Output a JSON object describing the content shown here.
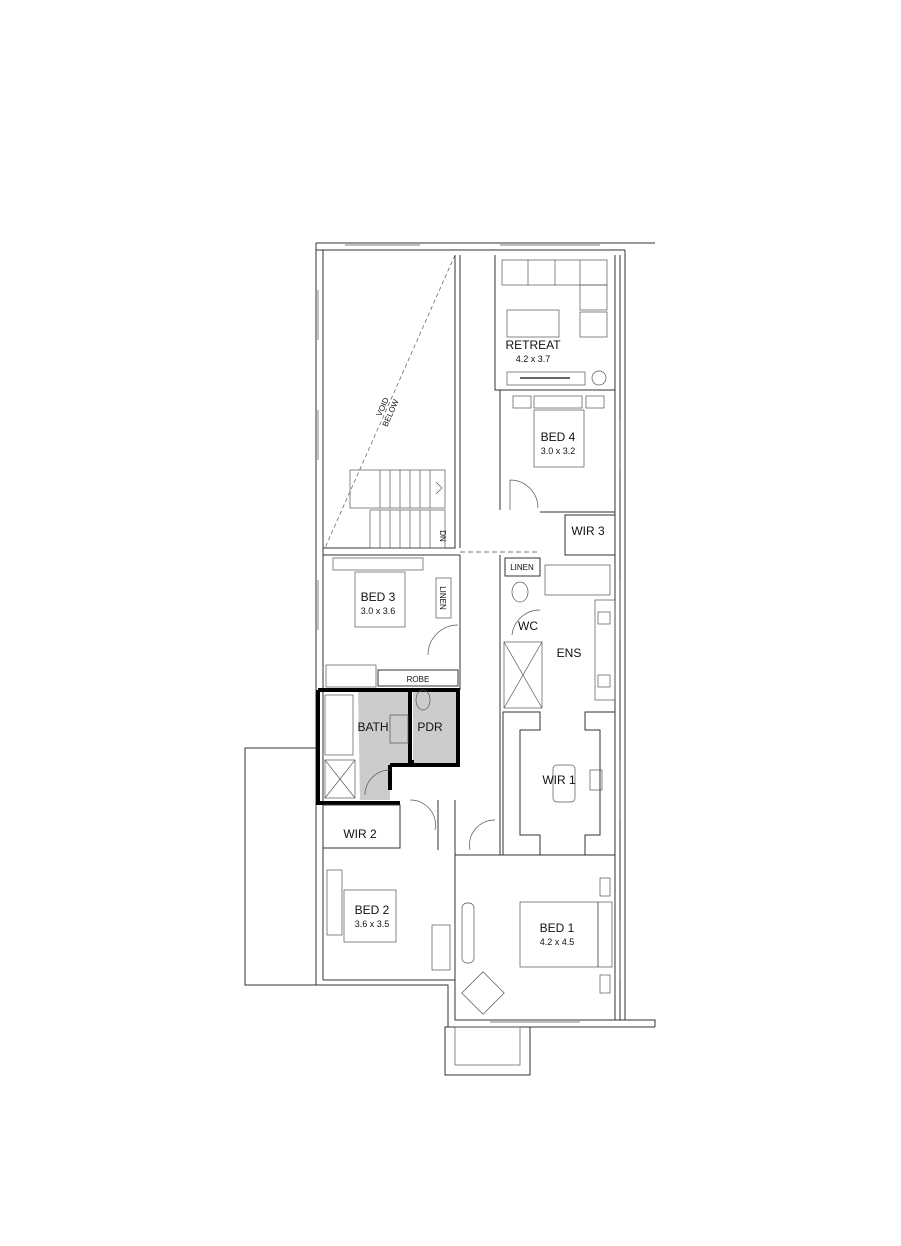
{
  "plan": {
    "void": {
      "line1": "VOID",
      "line2": "BELOW"
    },
    "stair_label": "DN",
    "rooms": {
      "retreat": {
        "name": "RETREAT",
        "size": "4.2 x 3.7"
      },
      "bed4": {
        "name": "BED 4",
        "size": "3.0 x 3.2"
      },
      "wir3": {
        "name": "WIR 3"
      },
      "linen_top": {
        "name": "LINEN"
      },
      "bed3": {
        "name": "BED 3",
        "size": "3.0 x 3.6"
      },
      "linen_bed3": {
        "name": "LINEN"
      },
      "wc": {
        "name": "WC"
      },
      "ens": {
        "name": "ENS"
      },
      "robe": {
        "name": "ROBE"
      },
      "bath": {
        "name": "BATH"
      },
      "pdr": {
        "name": "PDR"
      },
      "wir1": {
        "name": "WIR 1"
      },
      "wir2": {
        "name": "WIR 2"
      },
      "bed2": {
        "name": "BED 2",
        "size": "3.6 x 3.5"
      },
      "bed1": {
        "name": "BED 1",
        "size": "4.2 x 4.5"
      }
    },
    "colors": {
      "wet_area_fill": "#cccccc",
      "wall": "#333333"
    }
  }
}
